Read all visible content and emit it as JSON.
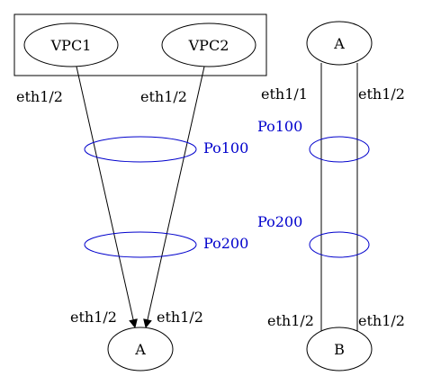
{
  "colors": {
    "stroke": "#000000",
    "portchannel": "#0000cc",
    "background": "#ffffff"
  },
  "left": {
    "vpc1_label": "VPC1",
    "vpc2_label": "VPC2",
    "vpc1_port": "eth1/2",
    "vpc2_port": "eth1/2",
    "po100_label": "Po100",
    "po200_label": "Po200",
    "bottom_node_label": "A",
    "bottom_port_left": "eth1/2",
    "bottom_port_right": "eth1/2"
  },
  "right": {
    "top_node_label": "A",
    "top_port_left": "eth1/1",
    "top_port_right": "eth1/2",
    "po100_label": "Po100",
    "po200_label": "Po200",
    "bottom_node_label": "B",
    "bottom_port_left": "eth1/2",
    "bottom_port_right": "eth1/2"
  }
}
